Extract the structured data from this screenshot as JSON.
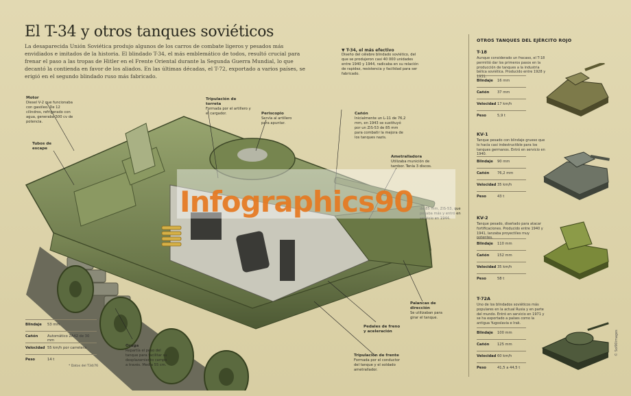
{
  "title": "El T-34 y otros tanques soviéticos",
  "intro": "La desaparecida Unión Soviética produjo algunos de los carros de combate ligeros y pesados más envidiados e imitados de la historia. El blindado T-34, el más emblemático de todos, resultó crucial para frenar el paso a las tropas de Hitler en el Frente Oriental durante la Segunda Guerra Mundial, lo que decantó la contienda en favor de los aliados. En las últimas décadas, el T-72, exportado a varios países, se erigió en el segundo blindado ruso más fabricado.",
  "lead": {
    "heading": "▼ T-34, el más efectivo",
    "text": "Diseño del célebre blindado soviético, del que se produjeron casi 40 000 unidades entre 1940 y 1944, radicaba en su relación de rapidez, resistencia y facilidad para ser fabricado."
  },
  "callouts": [
    {
      "title": "Motor",
      "text": "Diesel V-2 que funcionaba con gasóleo. De 12 cilindros, refrigerado con agua, generaba 500 cv de potencia."
    },
    {
      "title": "Tubos de escape",
      "text": ""
    },
    {
      "title": "Tripulación de torreta",
      "text": "Formada por el artillero y el cargador."
    },
    {
      "title": "Periscopio",
      "text": "Servía al artillero para apuntar."
    },
    {
      "title": "Cañón",
      "text": "Inicialmente un L-11 de 76,2 mm, en 1943 se sustituyó por un ZiS-53 de 85 mm para combatir la mejora de los tanques nazis."
    },
    {
      "title": "Ametralladora",
      "text": "Utilizaba munición de tambor. Tenía 3 discos."
    },
    {
      "title": "",
      "text": "de 85 mm, ZiS-53, que pesaba más y entró en servicio en 1944."
    },
    {
      "title": "Palancas de dirección",
      "text": "Se utilizaban para girar el tanque."
    },
    {
      "title": "Pedales de freno y aceleración",
      "text": ""
    },
    {
      "title": "Oruga",
      "text": "Repartía el peso del tanque para facilitar su desplazamiento campo a través. Medía 55 cm."
    },
    {
      "title": "Tripulación de frente",
      "text": "Formada por el conductor del tanque y el soldado ametrallador."
    }
  ],
  "t34_specs": [
    {
      "label": "Blindaje",
      "value": "53 mm"
    },
    {
      "label": "Cañón",
      "value": "Automático 2A42 de 30 mm"
    },
    {
      "label": "Velocidad",
      "value": "55 km/h por carretera"
    },
    {
      "label": "Peso",
      "value": "14 t"
    }
  ],
  "t34_note": "* Datos del T34/76",
  "sidebar": {
    "title": "OTROS TANQUES DEL EJÉRCITO ROJO",
    "tanks": [
      {
        "name": "T-18",
        "desc": "Aunque considerado un fracaso, el T-18 permitió dar los primeros pasos en la producción de tanques a la industria bélica soviética. Producido entre 1928 y 1931.",
        "specs": [
          {
            "label": "Blindaje",
            "value": "16 mm"
          },
          {
            "label": "Cañón",
            "value": "37 mm"
          },
          {
            "label": "Velocidad",
            "value": "17 km/h"
          },
          {
            "label": "Peso",
            "value": "5,9 t"
          }
        ]
      },
      {
        "name": "KV-1",
        "desc": "Tanque pesado con blindaje grueso que lo hacía casi indestructible para los tanques germanos. Entró en servicio en 1940.",
        "specs": [
          {
            "label": "Blindaje",
            "value": "90 mm"
          },
          {
            "label": "Cañón",
            "value": "76,2 mm"
          },
          {
            "label": "Velocidad",
            "value": "35 km/h"
          },
          {
            "label": "Peso",
            "value": "43 t"
          }
        ]
      },
      {
        "name": "KV-2",
        "desc": "Tanque pesado, diseñado para atacar fortificaciones. Producido entre 1940 y 1941, lanzaba proyectiles muy potentes.",
        "specs": [
          {
            "label": "Blindaje",
            "value": "110 mm"
          },
          {
            "label": "Cañón",
            "value": "152 mm"
          },
          {
            "label": "Velocidad",
            "value": "35 km/h"
          },
          {
            "label": "Peso",
            "value": "58 t"
          }
        ]
      },
      {
        "name": "T-72A",
        "desc": "Uno de los blindados soviéticos más populares en la actual Rusia y en parte del mundo. Entró en servicio en 1971 y se ha exportado a países como la antigua Yugoslavia e Irak.",
        "specs": [
          {
            "label": "Blindaje",
            "value": "100 mm"
          },
          {
            "label": "Cañón",
            "value": "125 mm"
          },
          {
            "label": "Velocidad",
            "value": "60 km/h"
          },
          {
            "label": "Peso",
            "value": "41,5 a 44,5 t"
          }
        ]
      }
    ]
  },
  "watermark": "Infographics90",
  "credit": "© Sol90images",
  "colors": {
    "background": "#dcd2a8",
    "tank_green": "#7d8c5a",
    "tank_dark": "#4a5533",
    "accent": "#e67920"
  },
  "icons": {
    "tank": "tank-illustration",
    "arrow": "down-triangle-icon"
  }
}
